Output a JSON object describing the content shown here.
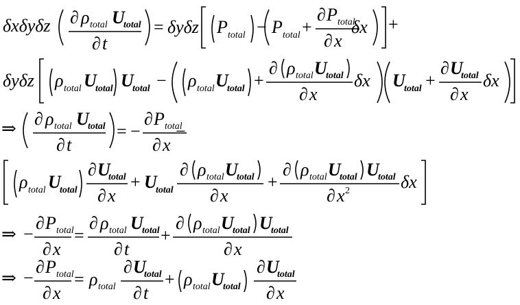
{
  "sym": {
    "delta": "δ",
    "partial": "∂",
    "rho": "ρ",
    "x": "x",
    "y": "y",
    "z": "z",
    "t": "t",
    "U": "U",
    "P": "P",
    "total": "total",
    "eq": "=",
    "plus": "+",
    "minus": "−",
    "implies": "⇒",
    "sq": "2",
    "dxdydz": "δxδyδz",
    "dydz": "δyδz",
    "dx": "δx",
    "ptot": "P",
    "lparen": "(",
    "rparen": ")"
  }
}
